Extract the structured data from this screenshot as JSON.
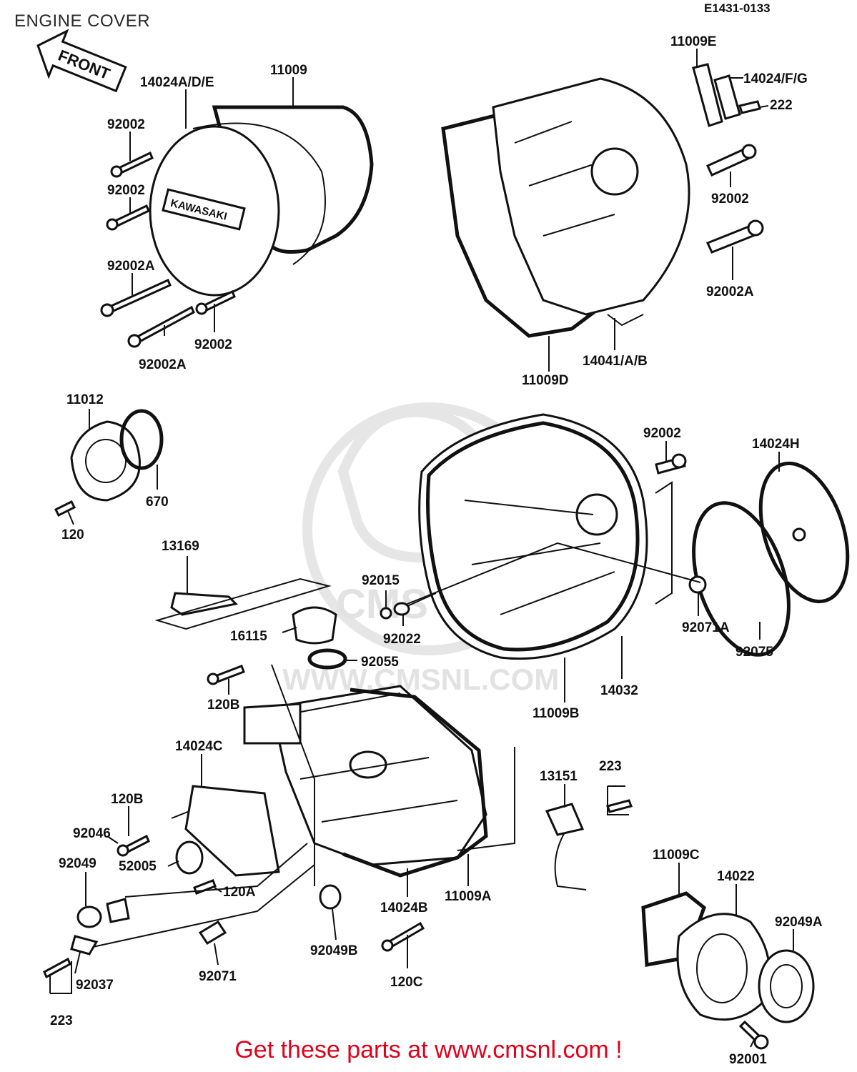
{
  "header": {
    "title": "ENGINE COVER",
    "code": "E1431-0133"
  },
  "front_arrow": {
    "label": "FRONT"
  },
  "emblem": {
    "text": "KAWASAKI"
  },
  "watermark": {
    "line1": "CMS",
    "line2": "WWW.CMSNL.COM"
  },
  "labels": [
    {
      "id": "lbl-14024ade",
      "text": "14024A/D/E"
    },
    {
      "id": "lbl-11009",
      "text": "11009"
    },
    {
      "id": "lbl-92002-a",
      "text": "92002"
    },
    {
      "id": "lbl-92002-b",
      "text": "92002"
    },
    {
      "id": "lbl-92002a-a",
      "text": "92002A"
    },
    {
      "id": "lbl-92002-c",
      "text": "92002"
    },
    {
      "id": "lbl-92002a-b",
      "text": "92002A"
    },
    {
      "id": "lbl-11009e",
      "text": "11009E"
    },
    {
      "id": "lbl-14024fg",
      "text": "14024/F/G"
    },
    {
      "id": "lbl-222",
      "text": "222"
    },
    {
      "id": "lbl-92002-d",
      "text": "92002"
    },
    {
      "id": "lbl-92002a-c",
      "text": "92002A"
    },
    {
      "id": "lbl-14041ab",
      "text": "14041/A/B"
    },
    {
      "id": "lbl-11009d",
      "text": "11009D"
    },
    {
      "id": "lbl-11012",
      "text": "11012"
    },
    {
      "id": "lbl-670",
      "text": "670"
    },
    {
      "id": "lbl-120",
      "text": "120"
    },
    {
      "id": "lbl-92002-e",
      "text": "92002"
    },
    {
      "id": "lbl-14024h",
      "text": "14024H"
    },
    {
      "id": "lbl-13169",
      "text": "13169"
    },
    {
      "id": "lbl-92015",
      "text": "92015"
    },
    {
      "id": "lbl-92022",
      "text": "92022"
    },
    {
      "id": "lbl-16115",
      "text": "16115"
    },
    {
      "id": "lbl-92055",
      "text": "92055"
    },
    {
      "id": "lbl-92071a",
      "text": "92071A"
    },
    {
      "id": "lbl-92075",
      "text": "92075"
    },
    {
      "id": "lbl-14032",
      "text": "14032"
    },
    {
      "id": "lbl-11009b",
      "text": "11009B"
    },
    {
      "id": "lbl-120b-a",
      "text": "120B"
    },
    {
      "id": "lbl-14024c",
      "text": "14024C"
    },
    {
      "id": "lbl-13151",
      "text": "13151"
    },
    {
      "id": "lbl-223-a",
      "text": "223"
    },
    {
      "id": "lbl-120b-b",
      "text": "120B"
    },
    {
      "id": "lbl-92046",
      "text": "92046"
    },
    {
      "id": "lbl-92049",
      "text": "92049"
    },
    {
      "id": "lbl-52005",
      "text": "52005"
    },
    {
      "id": "lbl-120a",
      "text": "120A"
    },
    {
      "id": "lbl-14024b",
      "text": "14024B"
    },
    {
      "id": "lbl-11009a",
      "text": "11009A"
    },
    {
      "id": "lbl-11009c",
      "text": "11009C"
    },
    {
      "id": "lbl-14022",
      "text": "14022"
    },
    {
      "id": "lbl-92049a",
      "text": "92049A"
    },
    {
      "id": "lbl-92049b",
      "text": "92049B"
    },
    {
      "id": "lbl-92037",
      "text": "92037"
    },
    {
      "id": "lbl-92071",
      "text": "92071"
    },
    {
      "id": "lbl-120c",
      "text": "120C"
    },
    {
      "id": "lbl-223-b",
      "text": "223"
    },
    {
      "id": "lbl-92001",
      "text": "92001"
    }
  ],
  "footer": {
    "text": "Get these parts at www.cmsnl.com !"
  }
}
